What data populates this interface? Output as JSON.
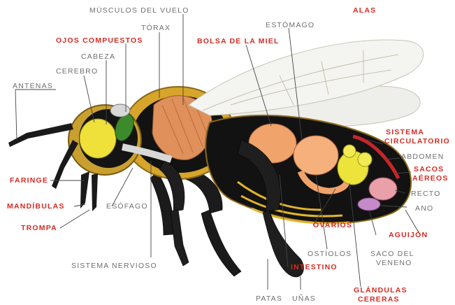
{
  "labels": {
    "musculos_del_vuelo": "MÚSCULOS DEL VUELO",
    "alas": "ALAS",
    "torax": "TÓRAX",
    "estomago": "ESTÓMAGO",
    "ojos_compuestos": "OJOS COMPUESTOS",
    "bolsa_de_la_miel": "BOLSA DE LA MIEL",
    "cabeza": "CABEZA",
    "cerebro": "CEREBRO",
    "antenas": "ANTENAS",
    "sistema_circulatorio_1": "SISTEMA",
    "sistema_circulatorio_2": "CIRCULATORIO",
    "abdomen": "ABDOMEN",
    "sacos_aereos_1": "SACOS",
    "sacos_aereos_2": "AÉREOS",
    "faringe": "FARINGE",
    "recto": "RECTO",
    "mandibulas": "MANDÍBULAS",
    "esofago": "ESÓFAGO",
    "ano": "ANO",
    "trompa": "TROMPA",
    "ovarios": "OVARIOS",
    "aguijon": "AGUIJÓN",
    "ostiolos": "OSTÍOLOS",
    "saco_del_veneno_1": "SACO DEL",
    "saco_del_veneno_2": "VENENO",
    "sistema_nervioso": "SISTEMA NERVIOSO",
    "intestino": "INTESTINO",
    "glandulas_cereras_1": "GLÁNDULAS",
    "glandulas_cereras_2": "CERERAS",
    "patas": "PATAS",
    "unas": "UÑAS"
  },
  "colors": {
    "label_gray": "#6f6f6f",
    "label_red": "#d42b22",
    "leader_line": "#444444",
    "body_black": "#151515",
    "fur_yellow": "#d9a72a",
    "muscle": "#e0905a",
    "stomach": "#f0a36a",
    "wing": "#f2f2ee",
    "eye_green": "#3c8a2c",
    "head_yellow": "#f0e03a",
    "gland_yellow": "#ece43a",
    "venom_purple": "#c58ac8"
  }
}
